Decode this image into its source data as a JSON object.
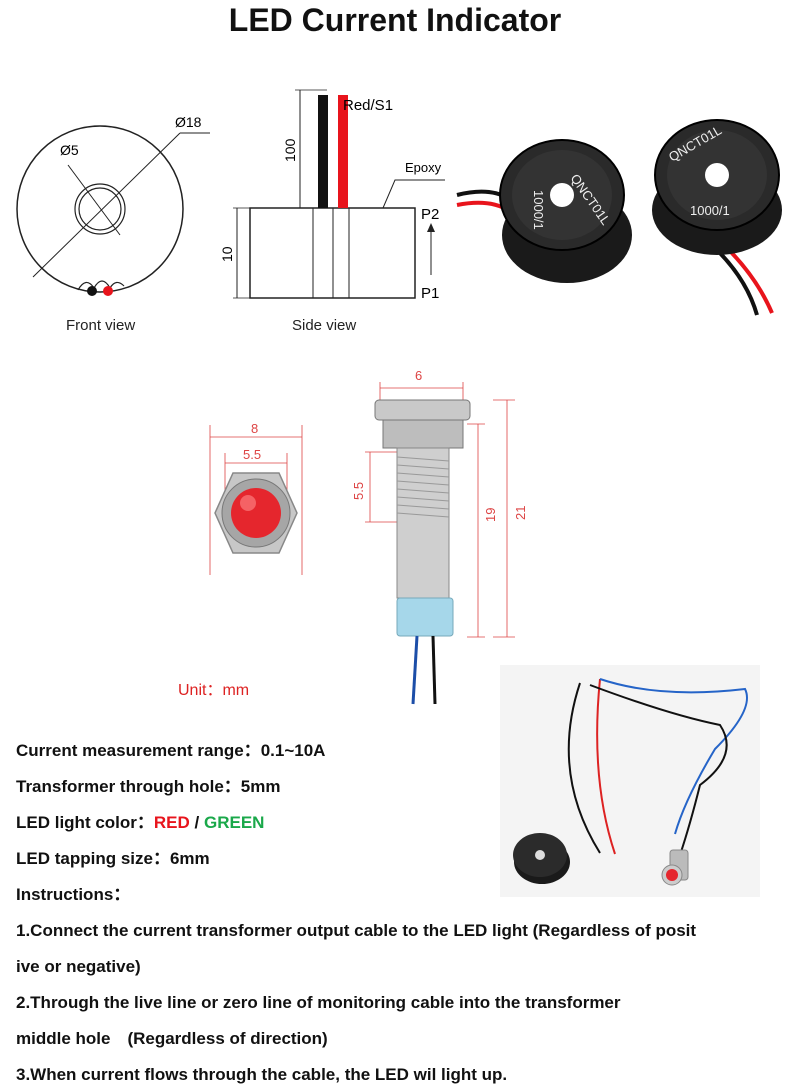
{
  "title": "LED Current Indicator",
  "front_view": {
    "caption": "Front view",
    "outer_dia": "Ø18",
    "inner_dia": "Ø5"
  },
  "side_view": {
    "caption": "Side view",
    "wire_label": "Red/S1",
    "lead_length": "100",
    "height": "10",
    "epoxy": "Epoxy",
    "p2": "P2",
    "p1": "P1"
  },
  "transformer_photo": {
    "model_a": "QNCT01L",
    "ratio_a": "1000/1",
    "model_b": "QNCT01L",
    "ratio_b": "1000/1"
  },
  "led_dims": {
    "front_outer": "8",
    "front_inner": "5.5",
    "side_top": "6",
    "side_thread": "5.5",
    "side_body": "19",
    "side_total": "21"
  },
  "unit": "Unit：mm",
  "specs": {
    "range_label": "Current measurement range：",
    "range_value": "0.1~10A",
    "hole_label": "Transformer through hole：",
    "hole_value": "5mm",
    "color_label": "LED light color：",
    "color_red": "RED",
    "color_sep": "/",
    "color_green": "GREEN",
    "tap_label": "LED tapping size：",
    "tap_value": "6mm",
    "instructions": "Instructions：",
    "step1a": "1.Connect the current transformer output cable to the LED light (Regardless of posit",
    "step1b": "ive or negative)",
    "step2a": "2.Through the live line or zero line of monitoring cable into the transformer",
    "step2b": "middle hole　(Regardless of direction)",
    "step3": "3.When current flows through the cable, the LED wil light up."
  },
  "colors": {
    "red_text": "#e8141c",
    "green_text": "#1aa84a",
    "dimension_red": "#d44"
  }
}
